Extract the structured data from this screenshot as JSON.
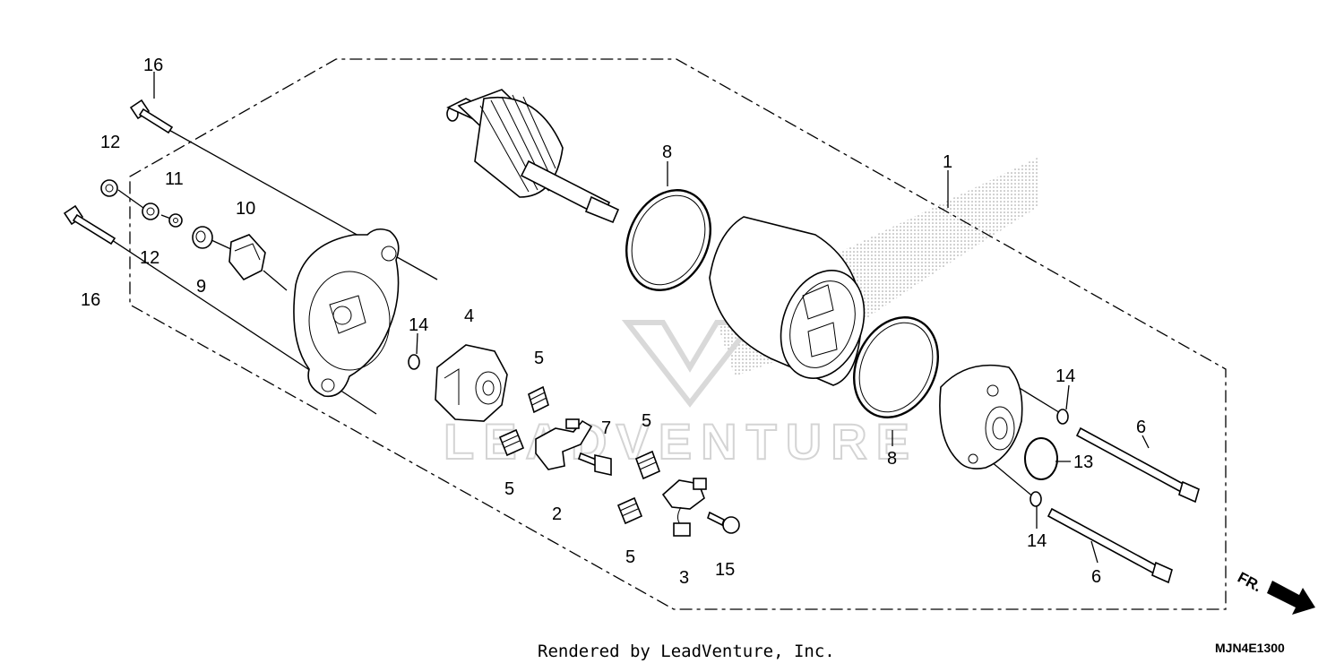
{
  "footer": {
    "credit": "Rendered by LeadVenture, Inc.",
    "diagram_code": "MJN4E1300"
  },
  "watermark": {
    "text": "LEADVENTURE"
  },
  "direction": {
    "label": "FR."
  },
  "callouts": {
    "c1": "1",
    "c2": "2",
    "c3": "3",
    "c4": "4",
    "c5a": "5",
    "c5b": "5",
    "c5c": "5",
    "c5d": "5",
    "c6a": "6",
    "c6b": "6",
    "c7": "7",
    "c8a": "8",
    "c8b": "8",
    "c9": "9",
    "c10": "10",
    "c11": "11",
    "c12a": "12",
    "c12b": "12",
    "c13": "13",
    "c14a": "14",
    "c14b": "14",
    "c14c": "14",
    "c15": "15",
    "c16a": "16",
    "c16b": "16"
  }
}
